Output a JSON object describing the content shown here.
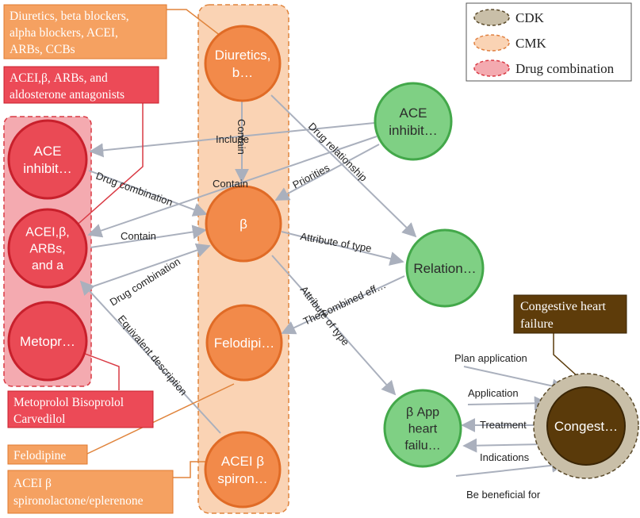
{
  "legend": {
    "items": [
      {
        "label": "CDK",
        "fill": "#c9bfa8",
        "stroke": "#5a4a2a"
      },
      {
        "label": "CMK",
        "fill": "#fad3b4",
        "stroke": "#e08040"
      },
      {
        "label": "Drug combination",
        "fill": "#f4aab0",
        "stroke": "#d93a44"
      }
    ]
  },
  "colors": {
    "cmk_fill": "#f28a4a",
    "cmk_stroke": "#e06b26",
    "red_fill": "#ea4a55",
    "red_stroke": "#c8202c",
    "green_fill": "#7fd084",
    "green_stroke": "#43a84a",
    "brown_fill": "#5a3a0a",
    "brown_ring": "#c9bfa8",
    "box_orange": "#f5a161",
    "box_red": "#ec4a57",
    "box_brown": "#5e3c0a",
    "edge": "#aab0bd"
  },
  "nodes": {
    "diuretics": "Diuretics,\nb…",
    "beta": "β",
    "felodipine": "Felodipi…",
    "acei_spiron": "ACEI β\nspiron…",
    "ace_red": "ACE\ninhibit…",
    "acei_combo": "ACEI,β,\nARBs,\nand a",
    "metopr": "Metopr…",
    "ace_green": "ACE\ninhibit…",
    "relation": "Relation…",
    "beta_app": "β App\nheart\nfailu…",
    "congest": "Congest…"
  },
  "callouts": {
    "diuretics_box": "Diuretics, beta blockers,\nalpha blockers, ACEI,\nARBs, CCBs",
    "acei_box": "ACEI,β, ARBs, and\naldosterone antagonists",
    "metoprolol_box": "Metoprolol  Bisoprolol\nCarvedilol",
    "felodipine_box": "Felodipine",
    "spiron_box": "ACEI β\nspironolactone/eplerenone",
    "chf_box": "Congestive heart\nfailure"
  },
  "edge_labels": {
    "include": "Include",
    "contain_v": "Contain",
    "contain_upper": "Contain",
    "drug_relationship": "Drug relationship",
    "priorities": "Priorities",
    "drug_combination_1": "Drug combination",
    "contain_mid": "Contain",
    "attribute_of_type_1": "Attribute of type",
    "drug_combination_2": "Drug combination",
    "combined_effect": "The combined eff…",
    "attribute_of_type_2": "Attribute of type",
    "equivalent_description": "Equivalent description",
    "plan_application": "Plan application",
    "application": "Application",
    "treatment": "Treatment",
    "indications": "Indications",
    "be_beneficial_for": "Be beneficial for"
  }
}
